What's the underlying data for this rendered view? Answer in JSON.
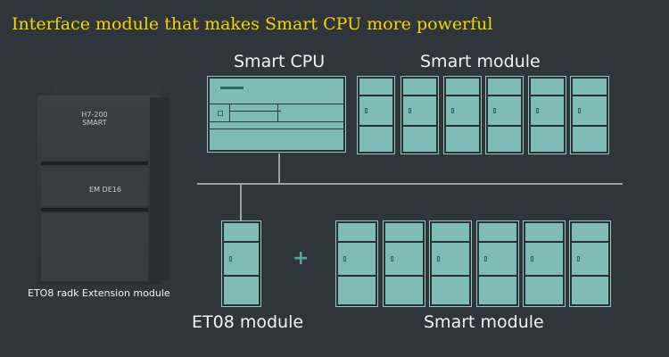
{
  "title": "Interface module that makes Smart CPU more powerful",
  "labels": {
    "smart_cpu": "Smart CPU",
    "smart_module_top": "Smart module",
    "et08_module": "ET08 module",
    "smart_module_bottom": "Smart module",
    "extension_caption": "ETO8 radk Extension module",
    "plus": "+"
  },
  "device": {
    "model_line1": "H7-200",
    "model_line2": "SMART",
    "expansion_tag": "EM DE16"
  },
  "colors": {
    "background": "#30353b",
    "title": "#f2d400",
    "module_fill": "#7fbcb7",
    "connector": "#9ba2a8",
    "text": "#f2f2f2"
  }
}
